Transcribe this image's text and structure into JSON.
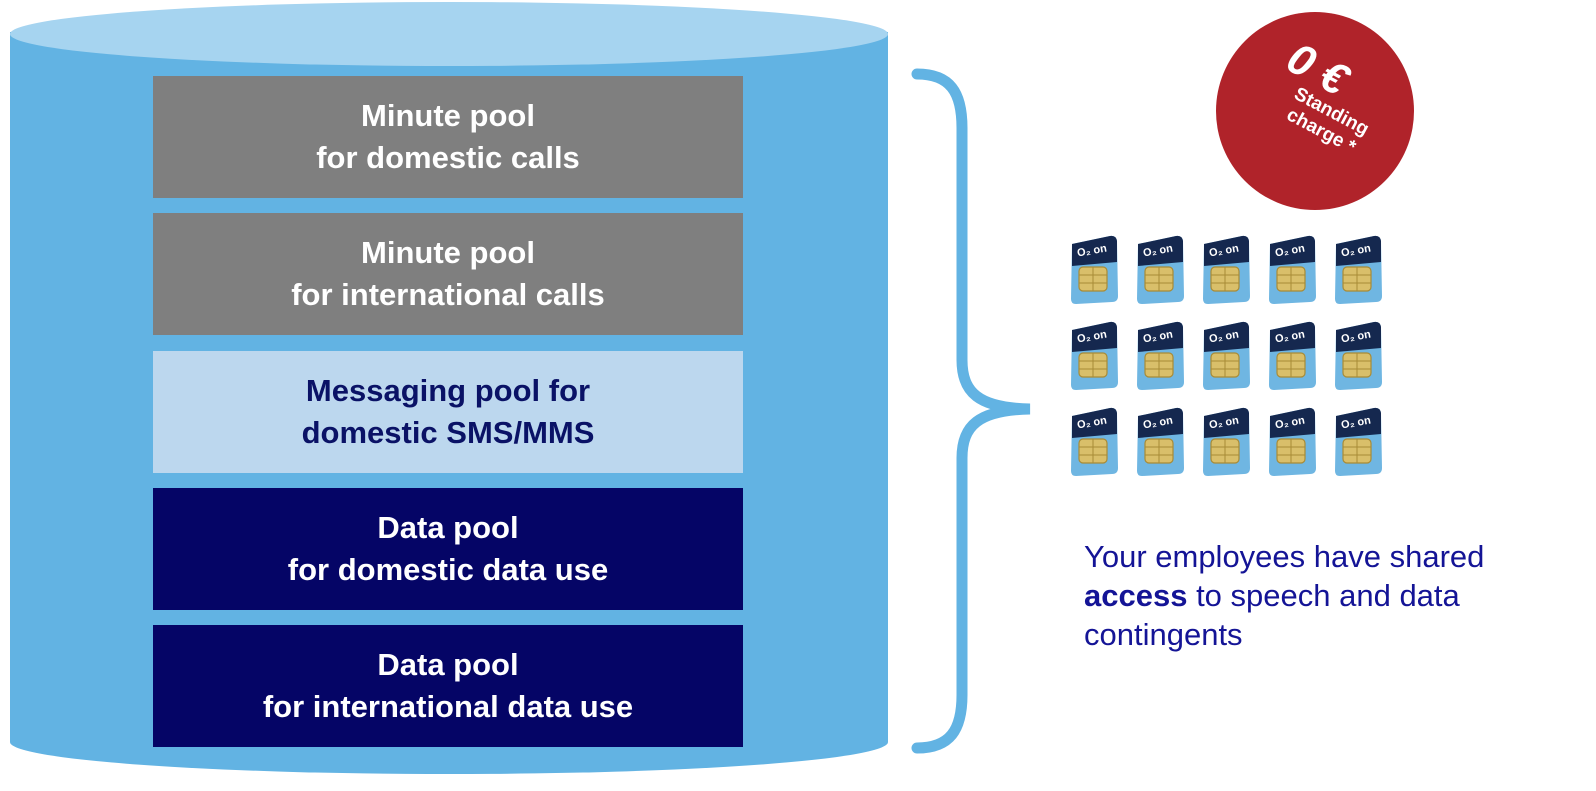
{
  "pools": [
    {
      "line1": "Minute pool",
      "line2": "for domestic calls"
    },
    {
      "line1": "Minute pool",
      "line2": "for international calls"
    },
    {
      "line1": "Messaging pool for",
      "line2": "domestic SMS/MMS"
    },
    {
      "line1": "Data pool",
      "line2": "for domestic data use"
    },
    {
      "line1": "Data pool",
      "line2": "for international data use"
    }
  ],
  "badge": {
    "amount": "0 €",
    "label_line1": "Standing",
    "label_line2": "charge *"
  },
  "sim_card": {
    "brand_label": "O₂ on",
    "rows": 3,
    "columns": 5
  },
  "caption": {
    "line1": "Your employees have shared",
    "emphasis": "access",
    "line2_rest": " to speech and data",
    "line3": "contingents"
  },
  "colors": {
    "cylinder": "#62b3e3",
    "cylinder_top": "#a6d4f0",
    "brace": "#62b3e3",
    "pool_grey": "#7f7f7f",
    "pool_light": "#bcd7ee",
    "pool_navy": "#050566",
    "badge": "#b0232a",
    "caption_text": "#141496"
  }
}
